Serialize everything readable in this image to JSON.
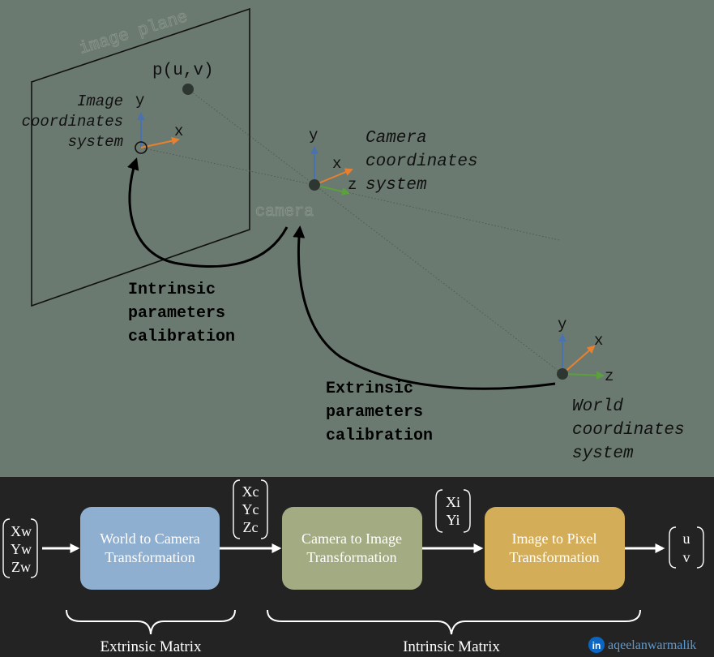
{
  "top": {
    "image_plane_label": "image plane",
    "point_label": "p(u,v)",
    "image_cs_label": [
      "Image",
      "coordinates",
      "system"
    ],
    "camera_cs_label": [
      "Camera",
      "coordinates",
      "system"
    ],
    "world_cs_label": [
      "World",
      "coordinates",
      "system"
    ],
    "camera_label": "camera",
    "intrinsic_label": [
      "Intrinsic",
      "parameters",
      "calibration"
    ],
    "extrinsic_label": [
      "Extrinsic",
      "parameters",
      "calibration"
    ],
    "axis": {
      "x": "x",
      "y": "y",
      "z": "z"
    }
  },
  "pipeline": {
    "world_vector": [
      "Xw",
      "Yw",
      "Zw"
    ],
    "camera_vector": [
      "Xc",
      "Yc",
      "Zc"
    ],
    "image_vector": [
      "Xi",
      "Yi"
    ],
    "pixel_vector": [
      "u",
      "v"
    ],
    "box1": [
      "World to Camera",
      "Transformation"
    ],
    "box2": [
      "Camera to Image",
      "Transformation"
    ],
    "box3": [
      "Image to Pixel",
      "Transformation"
    ],
    "extrinsic_matrix": "Extrinsic Matrix",
    "intrinsic_matrix": "Intrinsic Matrix"
  },
  "credit": {
    "icon_text": "in",
    "handle": "aqeelanwarmalik"
  },
  "colors": {
    "top_bg": "#6b7a70",
    "bottom_bg": "#232323",
    "box1": "#8fafd1",
    "box2": "#a3ab83",
    "box3": "#d4ad59",
    "axis_y": "#4a72b0",
    "axis_x": "#e8802f",
    "axis_z": "#5aa13c",
    "linkedin": "#0a66c2"
  }
}
